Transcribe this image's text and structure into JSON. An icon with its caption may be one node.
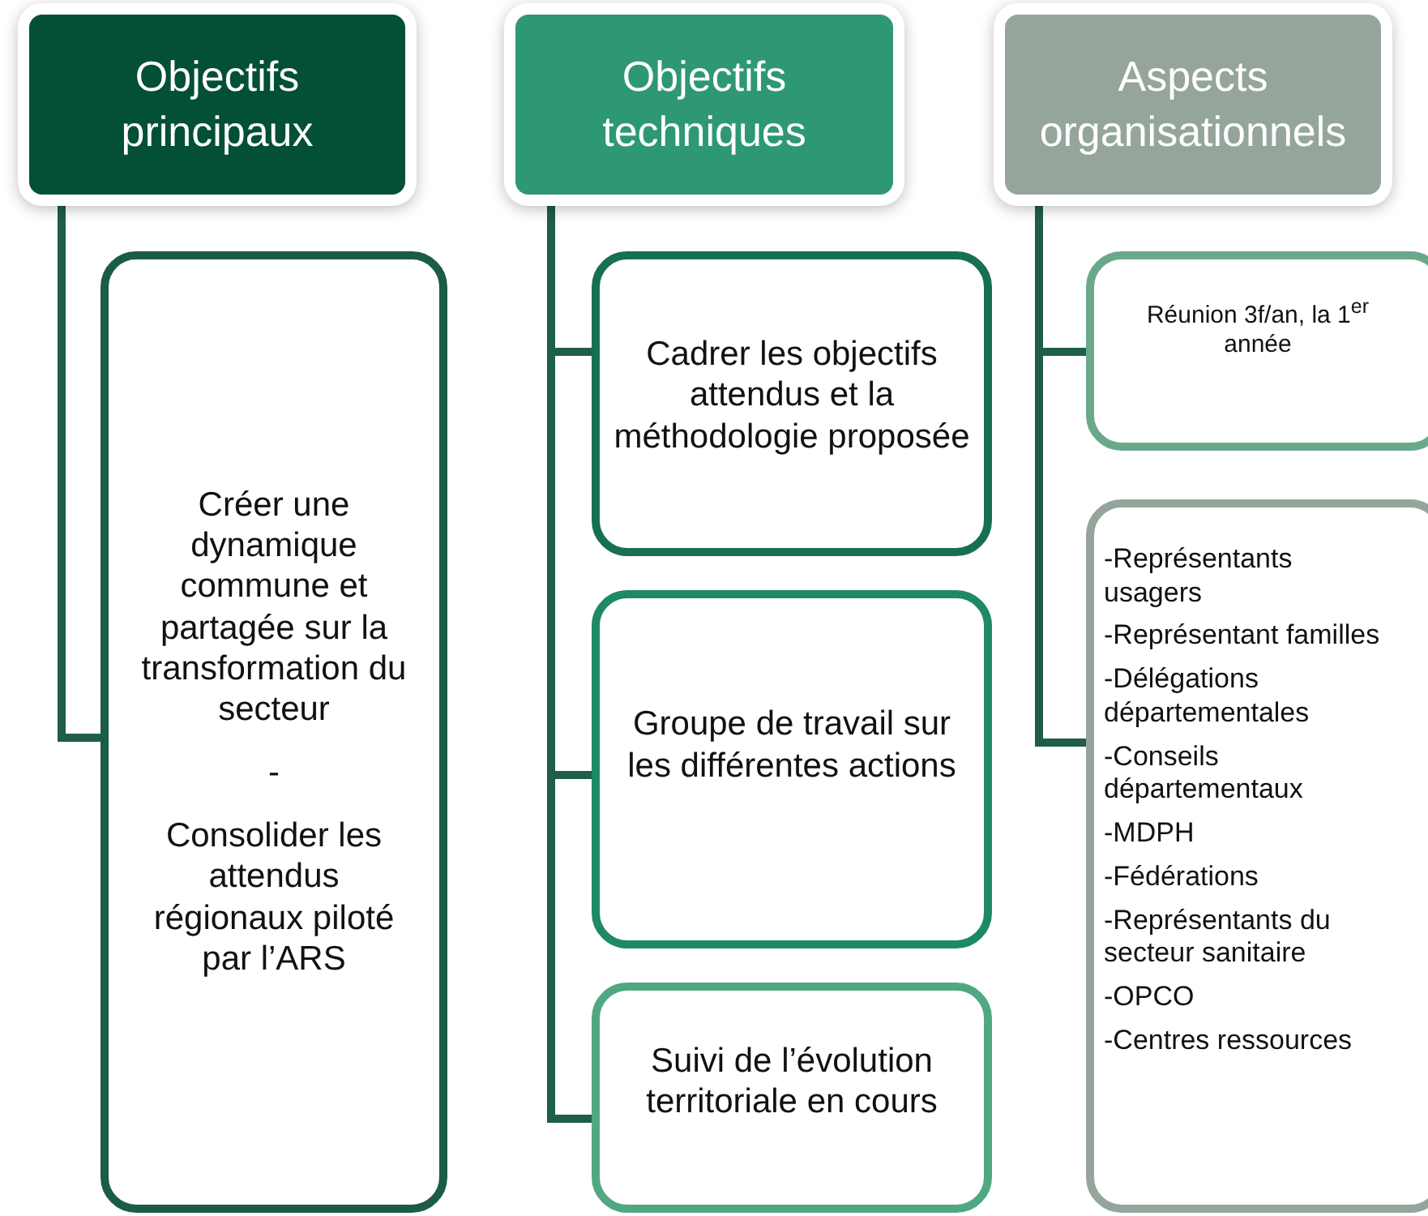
{
  "diagram": {
    "nodes": [
      {
        "text": [
          "Objectifs principaux"
        ]
      },
      {
        "text": [
          "Créer une dynamique commune et partagée sur la transformation du secteur",
          "-",
          "Consolider les attendus régionaux piloté par l’ARS"
        ]
      },
      {
        "text": [
          "Objectifs techniques"
        ]
      },
      {
        "text": [
          "Cadrer les objectifs attendus et la méthodologie proposée"
        ]
      },
      {
        "text": [
          "Groupe de travail sur les différentes actions"
        ]
      },
      {
        "text": [
          "Suivi de l’évolution territoriale en cours"
        ]
      },
      {
        "text": [
          "Aspects organisationnels"
        ]
      },
      {
        "text": [
          "Réunion 3f/an, la 1$^{er}$ année"
        ]
      },
      {
        "text": [
          "-Représentants usagers",
          "-Représentant familles",
          "-Délégations départementales",
          "-Conseils départementaux",
          "-MDPH",
          "-Fédérations",
          "-Représentants du secteur sanitaire",
          "-OPCO",
          "-Centres ressources"
        ]
      }
    ],
    "edges": [
      {
        "from": 0,
        "to": 1,
        "arrow": "none"
      },
      {
        "from": 2,
        "to": 3,
        "arrow": "none"
      },
      {
        "from": 2,
        "to": 4,
        "arrow": "none"
      },
      {
        "from": 2,
        "to": 5,
        "arrow": "none"
      },
      {
        "from": 6,
        "to": 7,
        "arrow": "none"
      },
      {
        "from": 6,
        "to": 8,
        "arrow": "none"
      }
    ]
  }
}
